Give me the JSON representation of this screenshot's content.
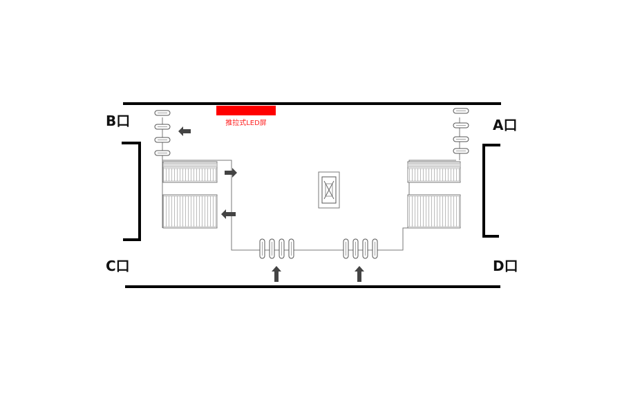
{
  "exits": {
    "a": "A口",
    "b": "B口",
    "c": "C口",
    "d": "D口"
  },
  "led_screen": {
    "label": "推拉式LED屏",
    "color": "#ff0000"
  },
  "icons": {
    "direction_arrows": "arrow-icon",
    "elevator": "elevator-icon",
    "escalator": "escalator-icon",
    "fare_gate": "fare-gate-icon"
  }
}
